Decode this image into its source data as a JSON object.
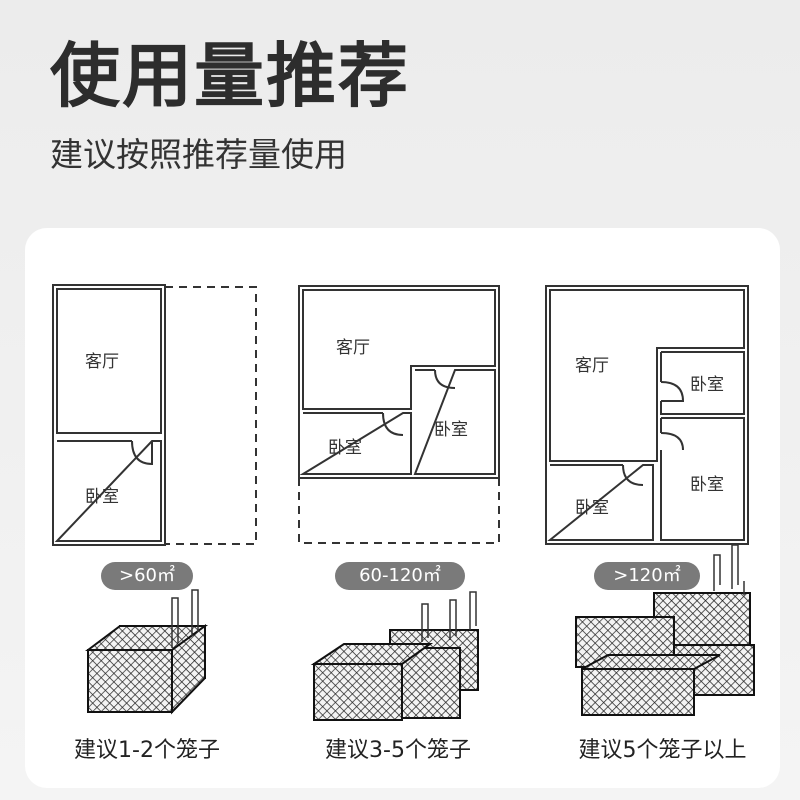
{
  "header": {
    "title": "使用量推荐",
    "subtitle": "建议按照推荐量使用"
  },
  "tiers": [
    {
      "area": ">60㎡",
      "rooms": [
        "客厅",
        "卧室"
      ],
      "recommendation": "建议1-2个笼子"
    },
    {
      "area": "60-120㎡",
      "rooms": [
        "客厅",
        "卧室",
        "卧室"
      ],
      "recommendation": "建议3-5个笼子"
    },
    {
      "area": ">120㎡",
      "rooms": [
        "客厅",
        "卧室",
        "卧室",
        "卧室"
      ],
      "recommendation": "建议5个笼子以上"
    }
  ],
  "colors": {
    "badge": "#7a7a7a",
    "wall": "#333333",
    "cage": "#222222"
  }
}
